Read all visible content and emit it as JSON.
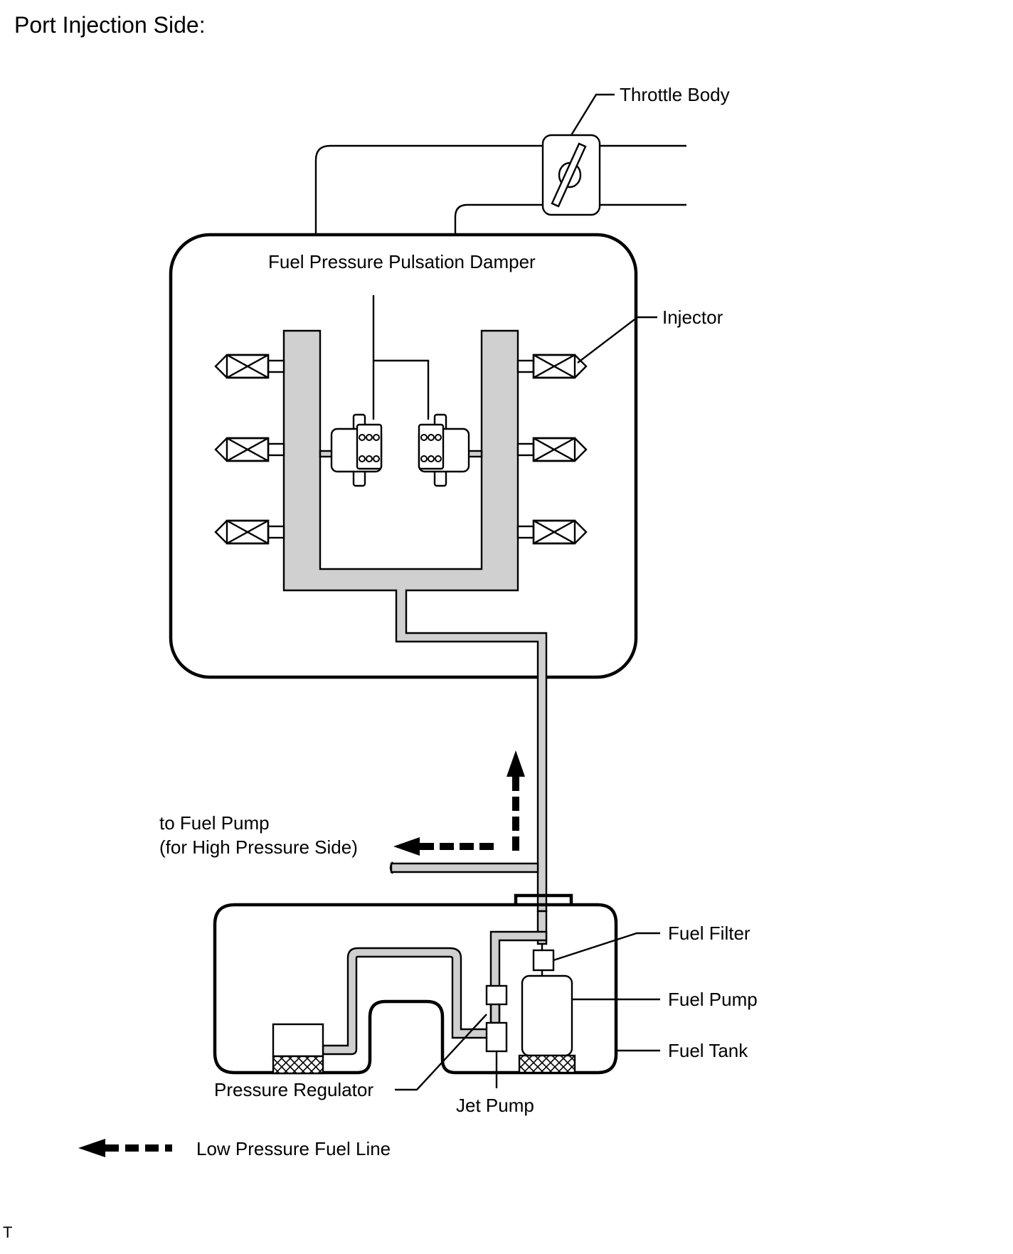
{
  "title": "Port Injection Side:",
  "labels": {
    "throttle_body": "Throttle Body",
    "damper": "Fuel Pressure Pulsation Damper",
    "injector": "Injector",
    "to_fuel_pump_line1": "to Fuel Pump",
    "to_fuel_pump_line2": "(for High Pressure Side)",
    "fuel_filter": "Fuel Filter",
    "fuel_pump": "Fuel Pump",
    "fuel_tank": "Fuel Tank",
    "pressure_regulator": "Pressure Regulator",
    "jet_pump": "Jet Pump"
  },
  "legend": {
    "low_pressure_fuel_line": "Low Pressure Fuel Line"
  },
  "footer_mark": "T",
  "colors": {
    "fuel_fill": "#d0d0d0",
    "line": "#000000",
    "background": "#ffffff"
  }
}
